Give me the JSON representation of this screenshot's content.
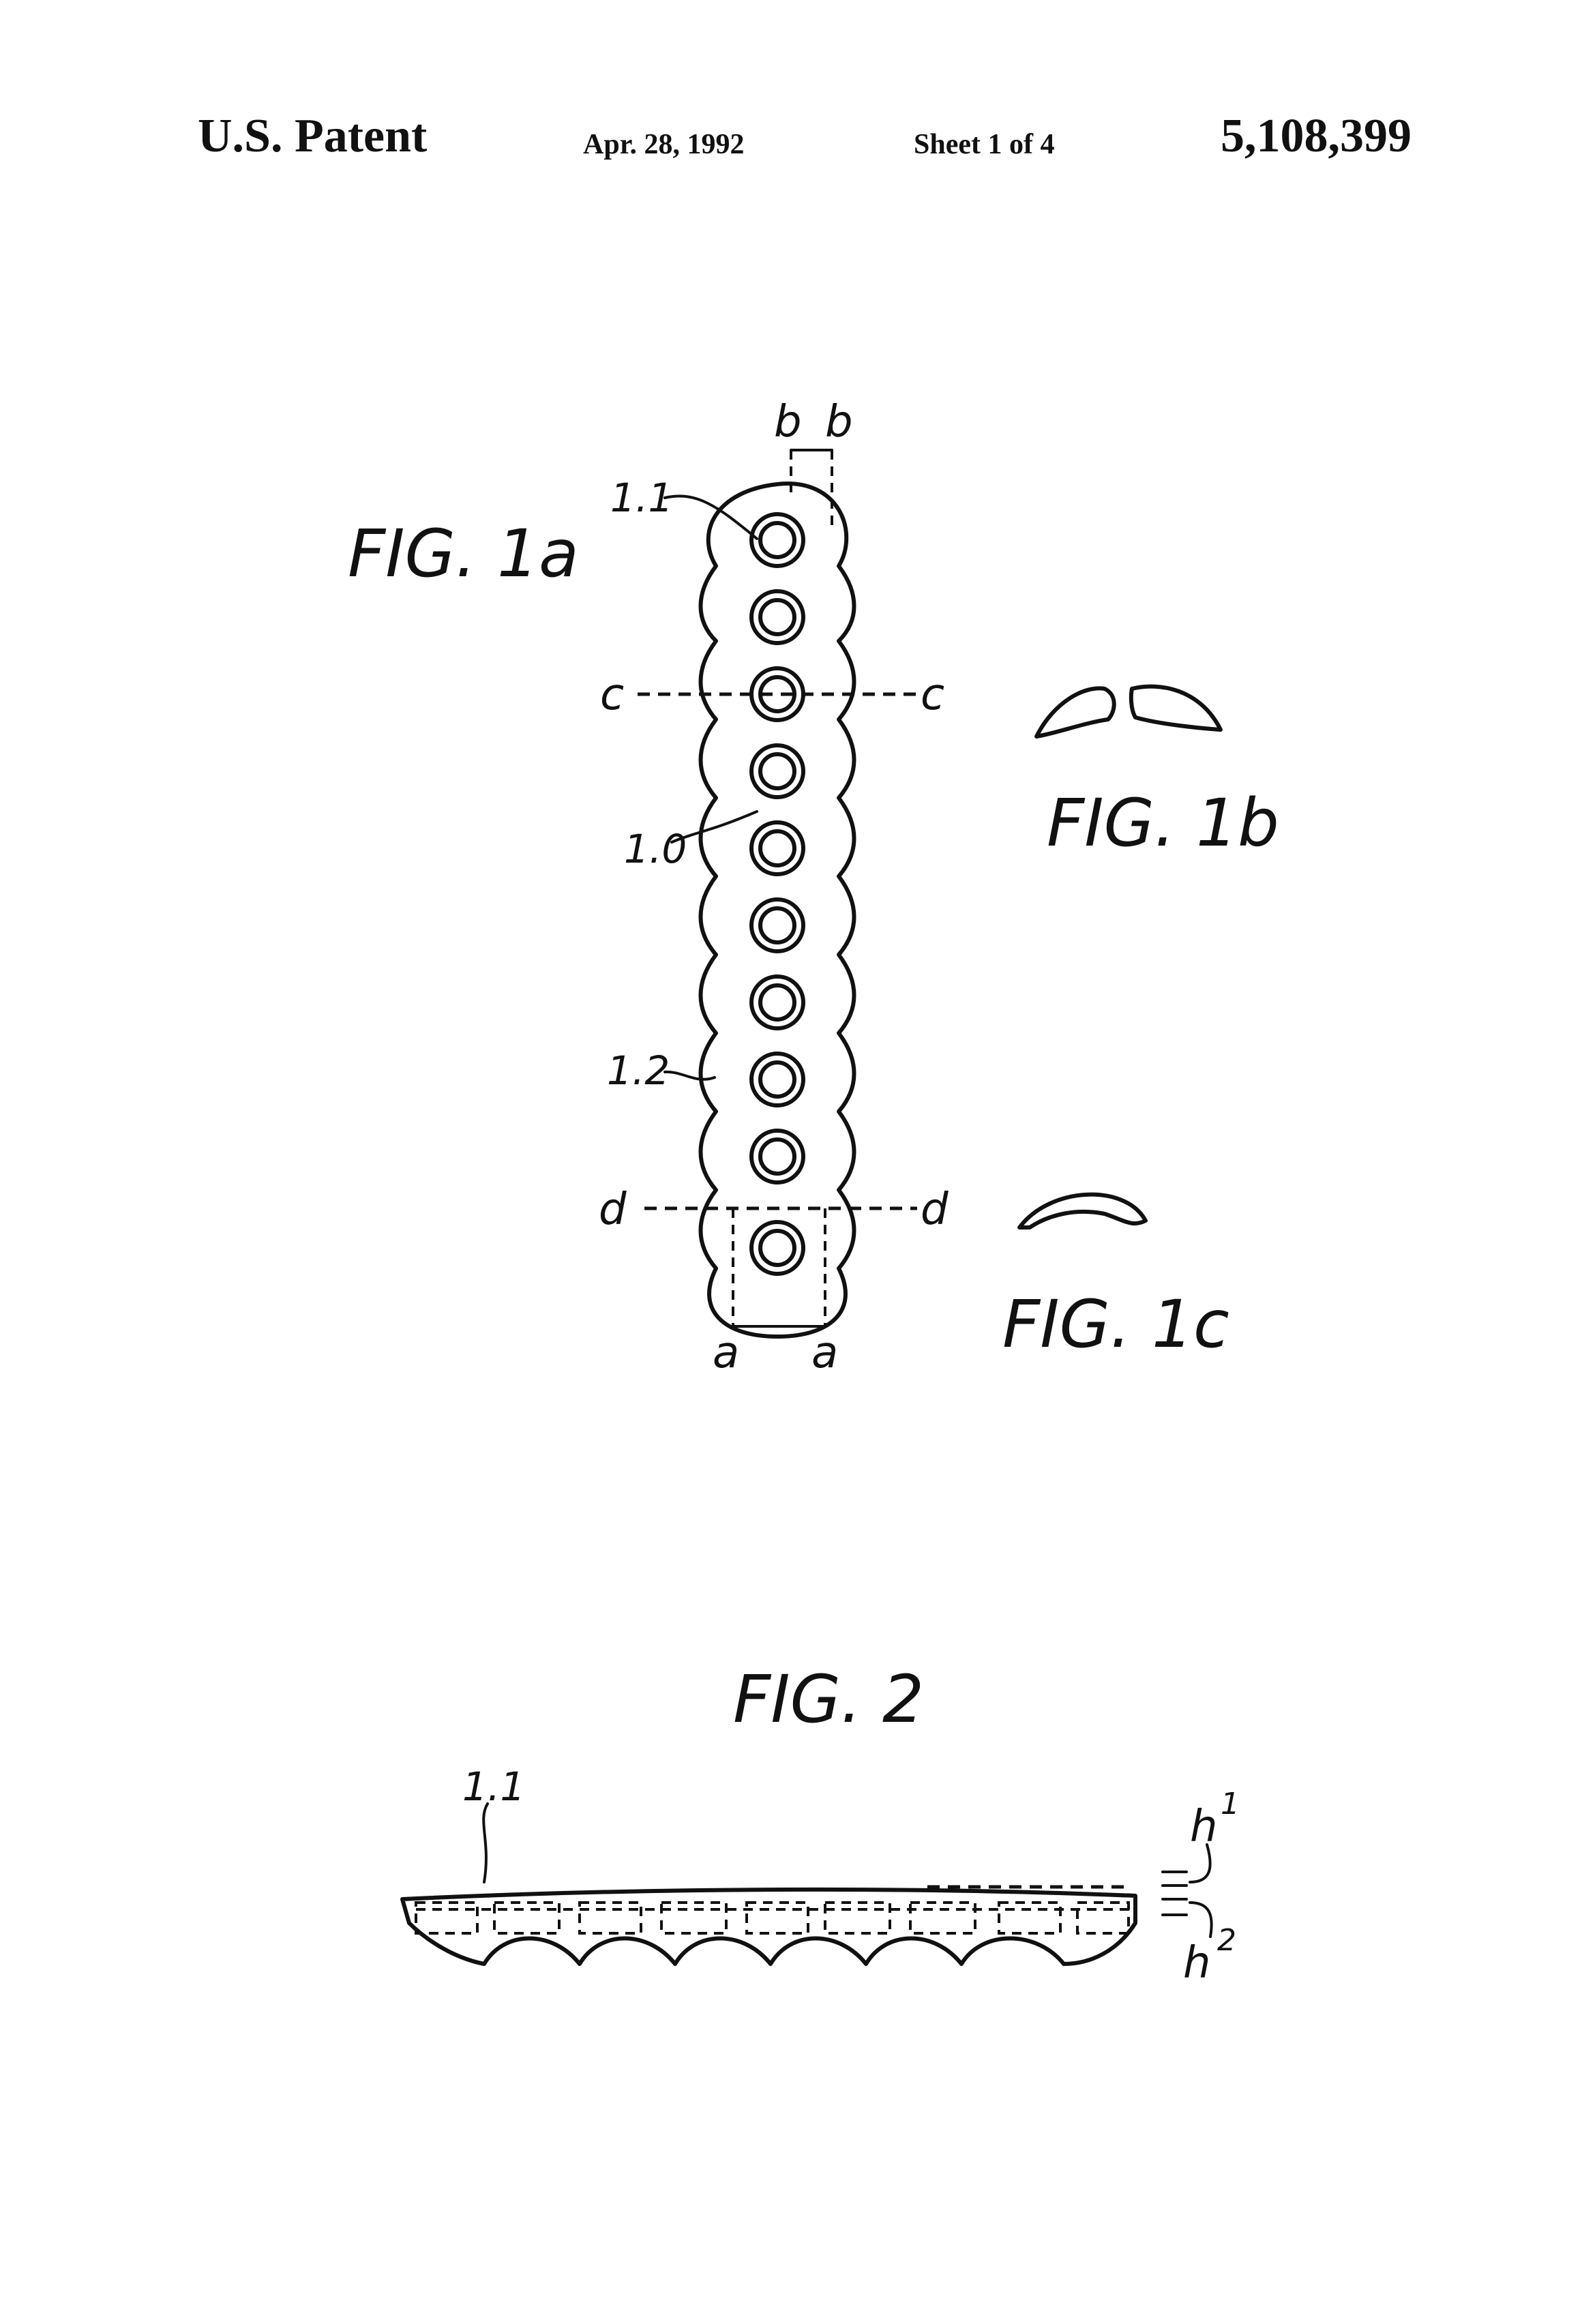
{
  "header": {
    "left": "U.S. Patent",
    "date": "Apr. 28, 1992",
    "sheet": "Sheet 1 of 4",
    "number": "5,108,399"
  },
  "figures": {
    "fig1a": "FIG. 1a",
    "fig1b": "FIG. 1b",
    "fig1c": "FIG. 1c",
    "fig2": "FIG. 2"
  },
  "references": {
    "ref_1_1": "1.1",
    "ref_1_0": "1.0",
    "ref_1_2": "1.2",
    "line_b1": "b",
    "line_b2": "b",
    "line_c1": "c",
    "line_c2": "c",
    "line_d1": "d",
    "line_d2": "d",
    "line_a1": "a",
    "line_a2": "a",
    "fig2_ref_1_1": "1.1",
    "h1": "h",
    "h1_sup": "1",
    "h2": "h",
    "h2_sup": "2"
  },
  "colors": {
    "ink": "#111111",
    "paper": "#ffffff"
  }
}
